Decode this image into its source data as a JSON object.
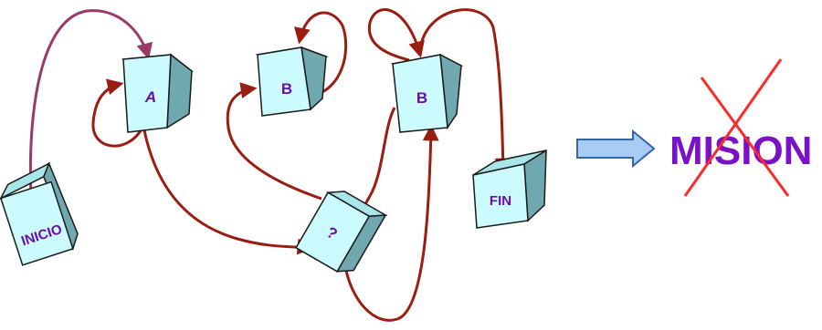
{
  "nodes": {
    "inicio": {
      "label": "INICIO"
    },
    "a": {
      "label": "A"
    },
    "b1": {
      "label": "B"
    },
    "b2": {
      "label": "B"
    },
    "q": {
      "label": "?"
    },
    "fin": {
      "label": "FIN"
    }
  },
  "result": {
    "label": "MISION"
  },
  "colors": {
    "cube_front": "#ccfbff",
    "cube_side": "#6fa8ae",
    "cube_top": "#a8e6ec",
    "arrow": "#9b1d12",
    "start_arrow": "#9a3a6a",
    "big_arrow_fill": "#a8cdf5",
    "big_arrow_stroke": "#3465a8",
    "cross": "#ff2a2a",
    "label": "#6a0dad"
  }
}
